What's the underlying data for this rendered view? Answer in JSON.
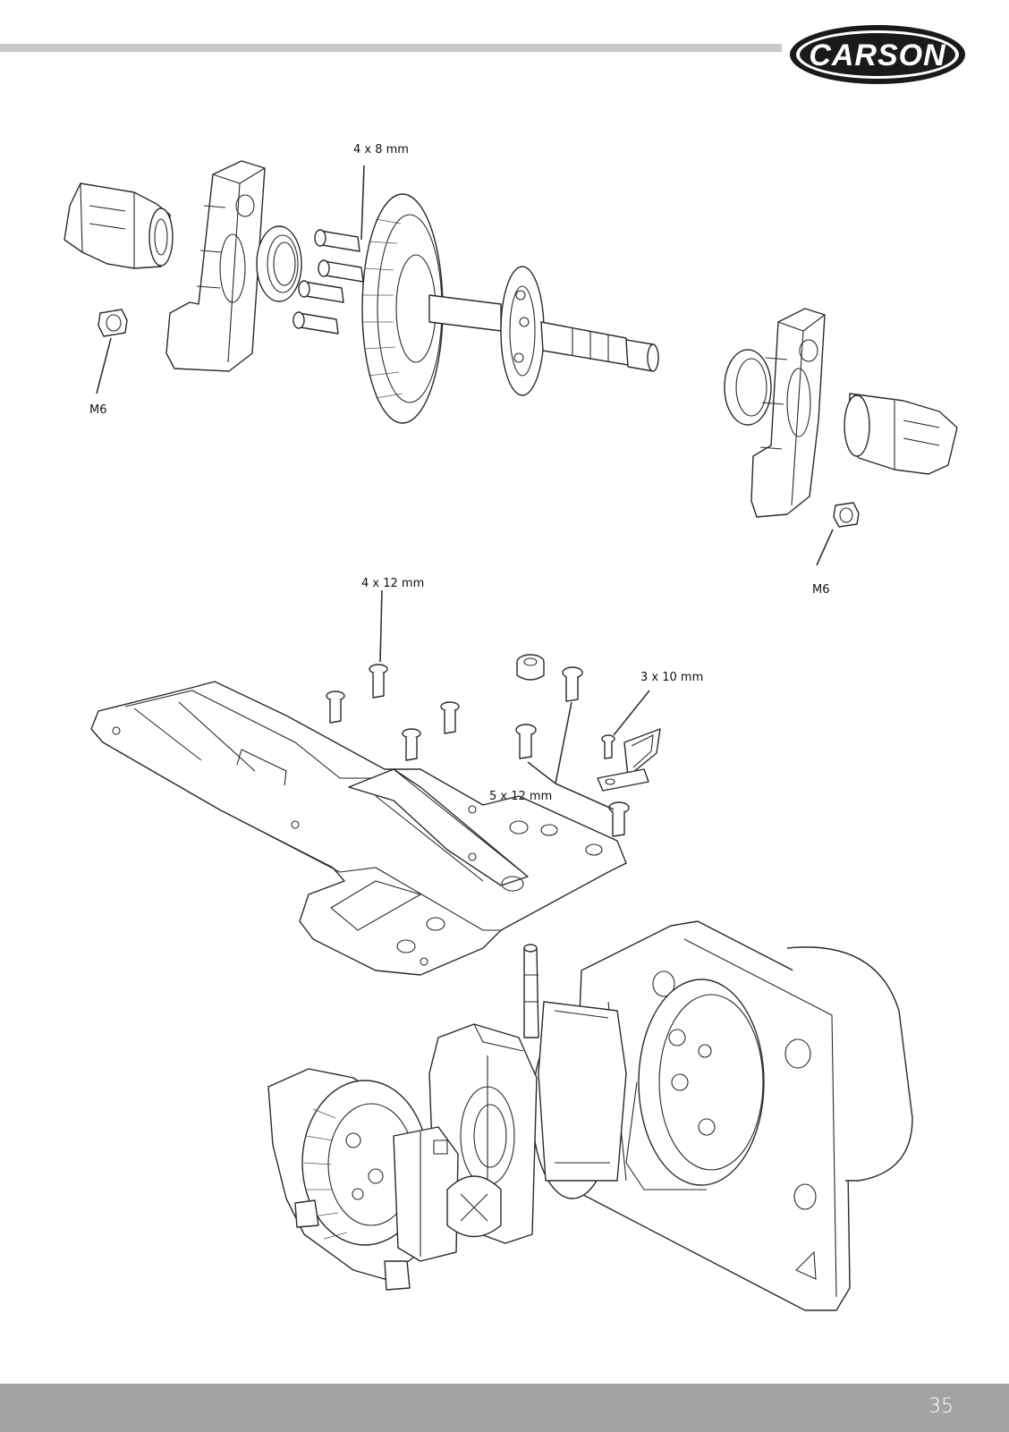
{
  "header": {
    "brand": "CARSON"
  },
  "colors": {
    "header_rule": "#c8c8c8",
    "footer_band": "#a3a3a3",
    "logo_fill": "#1a1a1a",
    "line_art": "#2a2a2a"
  },
  "callouts": {
    "screw_4x8": "4 x 8 mm",
    "nut_m6_left": "M6",
    "nut_m6_right": "M6",
    "screw_4x12": "4 x 12 mm",
    "screw_3x10": "3 x 10 mm",
    "screw_5x12": "5 x 12 mm"
  },
  "footer": {
    "page_number": "35"
  }
}
